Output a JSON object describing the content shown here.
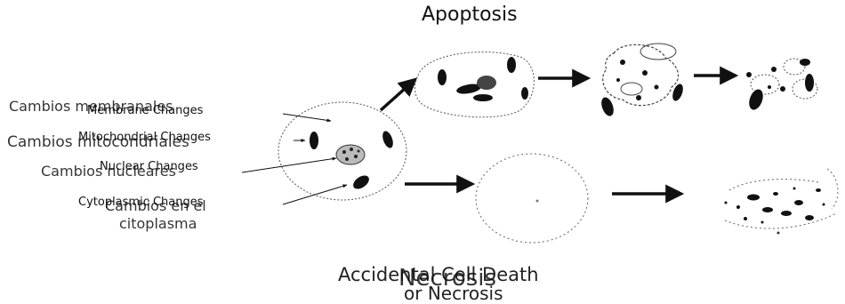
{
  "titles": {
    "apoptosis": "Apoptosis",
    "necrosis_en_line1": "Accidental Cell Death",
    "necrosis_en_line2": "or Necrosis",
    "necrosis_es": "Necrosis"
  },
  "labels": {
    "membrane_en": "Membrane Changes",
    "membrane_es": "Cambios membranales",
    "mito_en": "Mitochondrial Changes",
    "mito_es": "Cambios mitocondriales",
    "nuclear_en": "Nuclear Changes",
    "nuclear_es": "Cambios nucleares",
    "cyto_en": "Cytoplasmic Changes",
    "cyto_es_line1": "Cambios en el",
    "cyto_es_line2": "citoplasma"
  }
}
